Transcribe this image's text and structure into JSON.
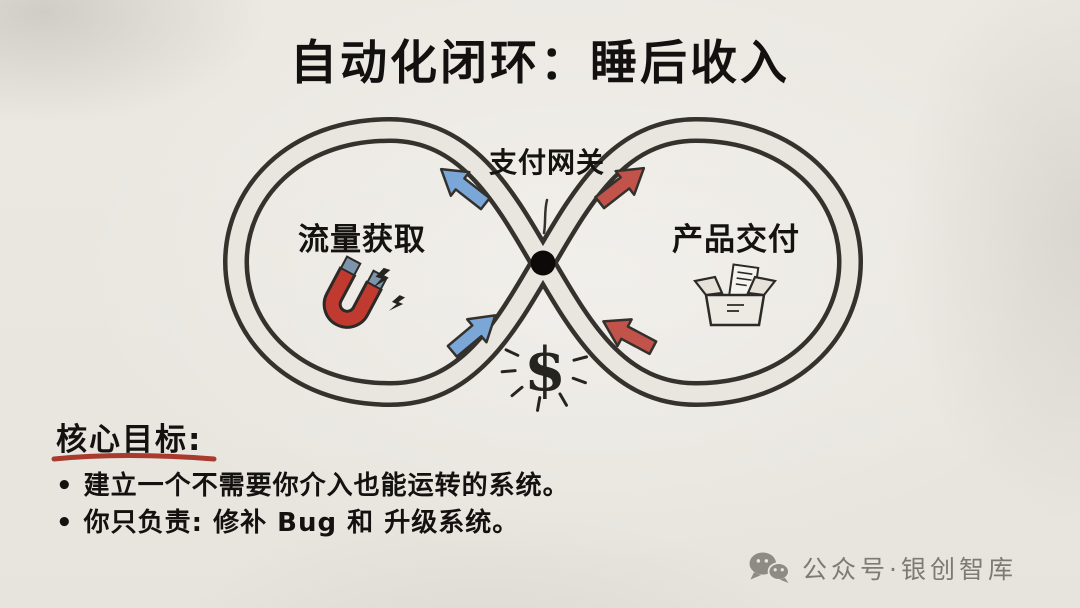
{
  "title": "自动化闭环：睡后收入",
  "diagram": {
    "labels": {
      "top": "支付网关",
      "left": "流量获取",
      "right": "产品交付"
    },
    "dollar": "$",
    "colors": {
      "loop": "#35322d",
      "arrow_blue": "#7ba6d8",
      "arrow_red": "#c2534b",
      "magnet_body": "#c03a30",
      "magnet_tip": "#7d94ad",
      "center_dot": "#0b0a08",
      "ink": "#26241f"
    },
    "icons": {
      "left_node": "magnet-icon",
      "right_node": "package-box-icon",
      "bottom_node": "dollar-sign-icon",
      "center": "center-node-dot",
      "sparks": "lightning-bolt-icon"
    }
  },
  "footer": {
    "heading": "核心目标:",
    "underline_color": "#a83a2e",
    "bullets": [
      "• 建立一个不需要你介入也能运转的系统。",
      "• 你只负责: 修补 Bug 和 升级系统。"
    ]
  },
  "watermark": {
    "label": "公众号·银创智库",
    "icon": "wechat-icon"
  }
}
